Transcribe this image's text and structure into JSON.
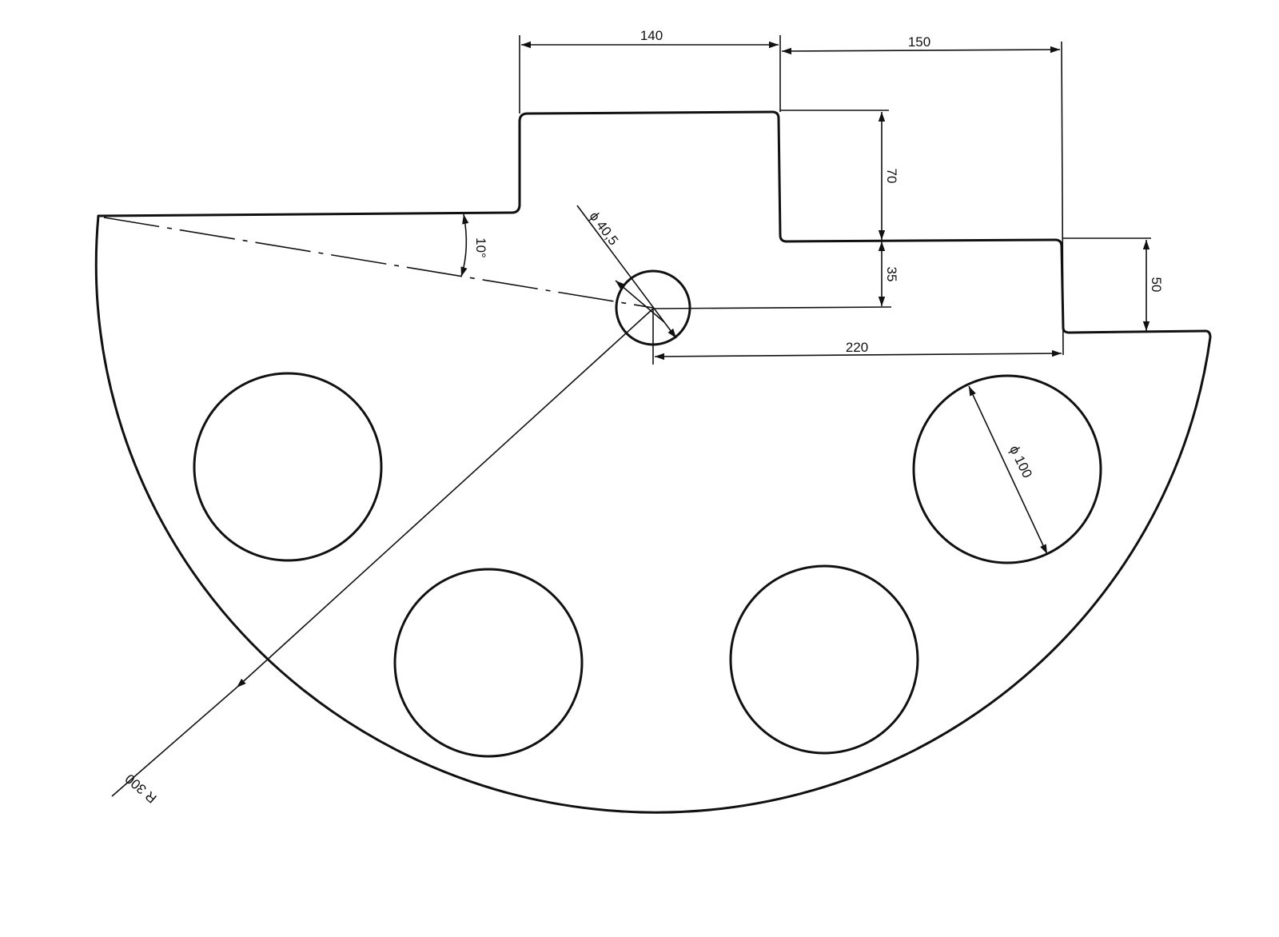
{
  "drawing": {
    "colors": {
      "line": "#111111",
      "paper": "#ffffff"
    },
    "dimensions": {
      "width_top": "140",
      "width_right": "150",
      "height_step": "70",
      "height_lower": "35",
      "height_right": "50",
      "width_bottom": "220",
      "angle": "10°",
      "small_hole_diameter": "ϕ 40,5",
      "large_hole_diameter": "ϕ 100",
      "radius": "R 300"
    }
  }
}
